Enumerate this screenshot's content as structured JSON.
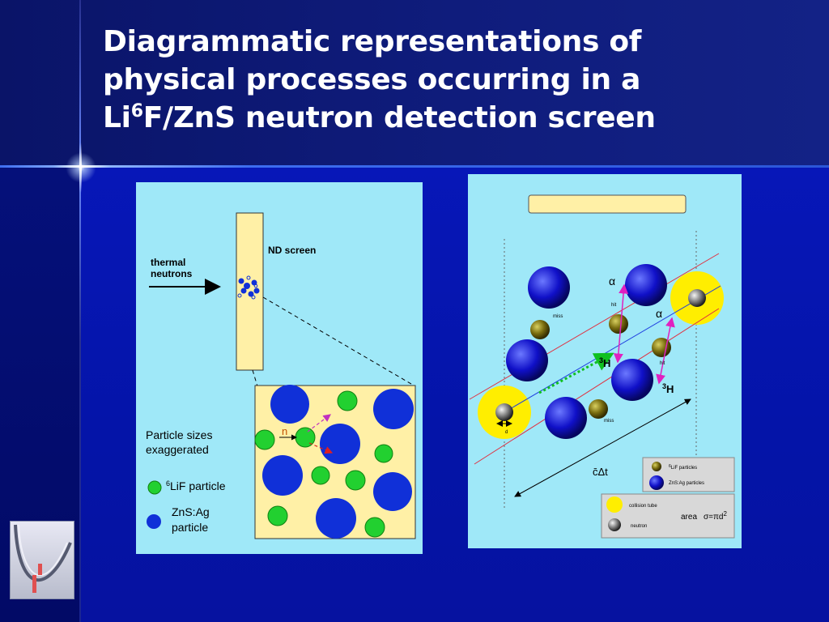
{
  "title": {
    "line1": "Diagrammatic representations of",
    "line2": "physical processes occurring in a",
    "line3_pre": "Li",
    "line3_sup": "6",
    "line3_post": "F/ZnS neutron detection screen"
  },
  "left_panel": {
    "thermal_line1": "thermal",
    "thermal_line2": "neutrons",
    "nd_screen": "ND screen",
    "particle_sizes_line1": "Particle sizes",
    "particle_sizes_line2": "exaggerated",
    "neutron_symbol": "n",
    "legend_lif_sup": "6",
    "legend_lif": "LiF particle",
    "legend_zns_line1": "ZnS:Ag",
    "legend_zns_line2": "particle"
  },
  "right_panel": {
    "alpha1": "α",
    "alpha2": "α",
    "tritium1_sup": "3",
    "tritium1": "H",
    "tritium2_sup": "3",
    "tritium2": "H",
    "hit1": "hit",
    "hit2": "hit",
    "miss1": "miss",
    "miss2": "miss",
    "d_label": "d",
    "ct_label": "c̄Δt",
    "legend_lif_sup": "6",
    "legend_lif": "LiF particles",
    "legend_zns": "ZnS:Ag particles",
    "collision_tube": "collision tube",
    "neutron": "neutron",
    "area_label": "area",
    "area_formula": "σ=πd",
    "area_sup": "2"
  },
  "colors": {
    "panel_bg": "#9fe8f8",
    "zns_blue": "#1030d8",
    "lif_green": "#22d030",
    "screen_yellow": "#fff0a6",
    "tube_yellow": "#ffee00",
    "title_text": "#ffffff"
  }
}
